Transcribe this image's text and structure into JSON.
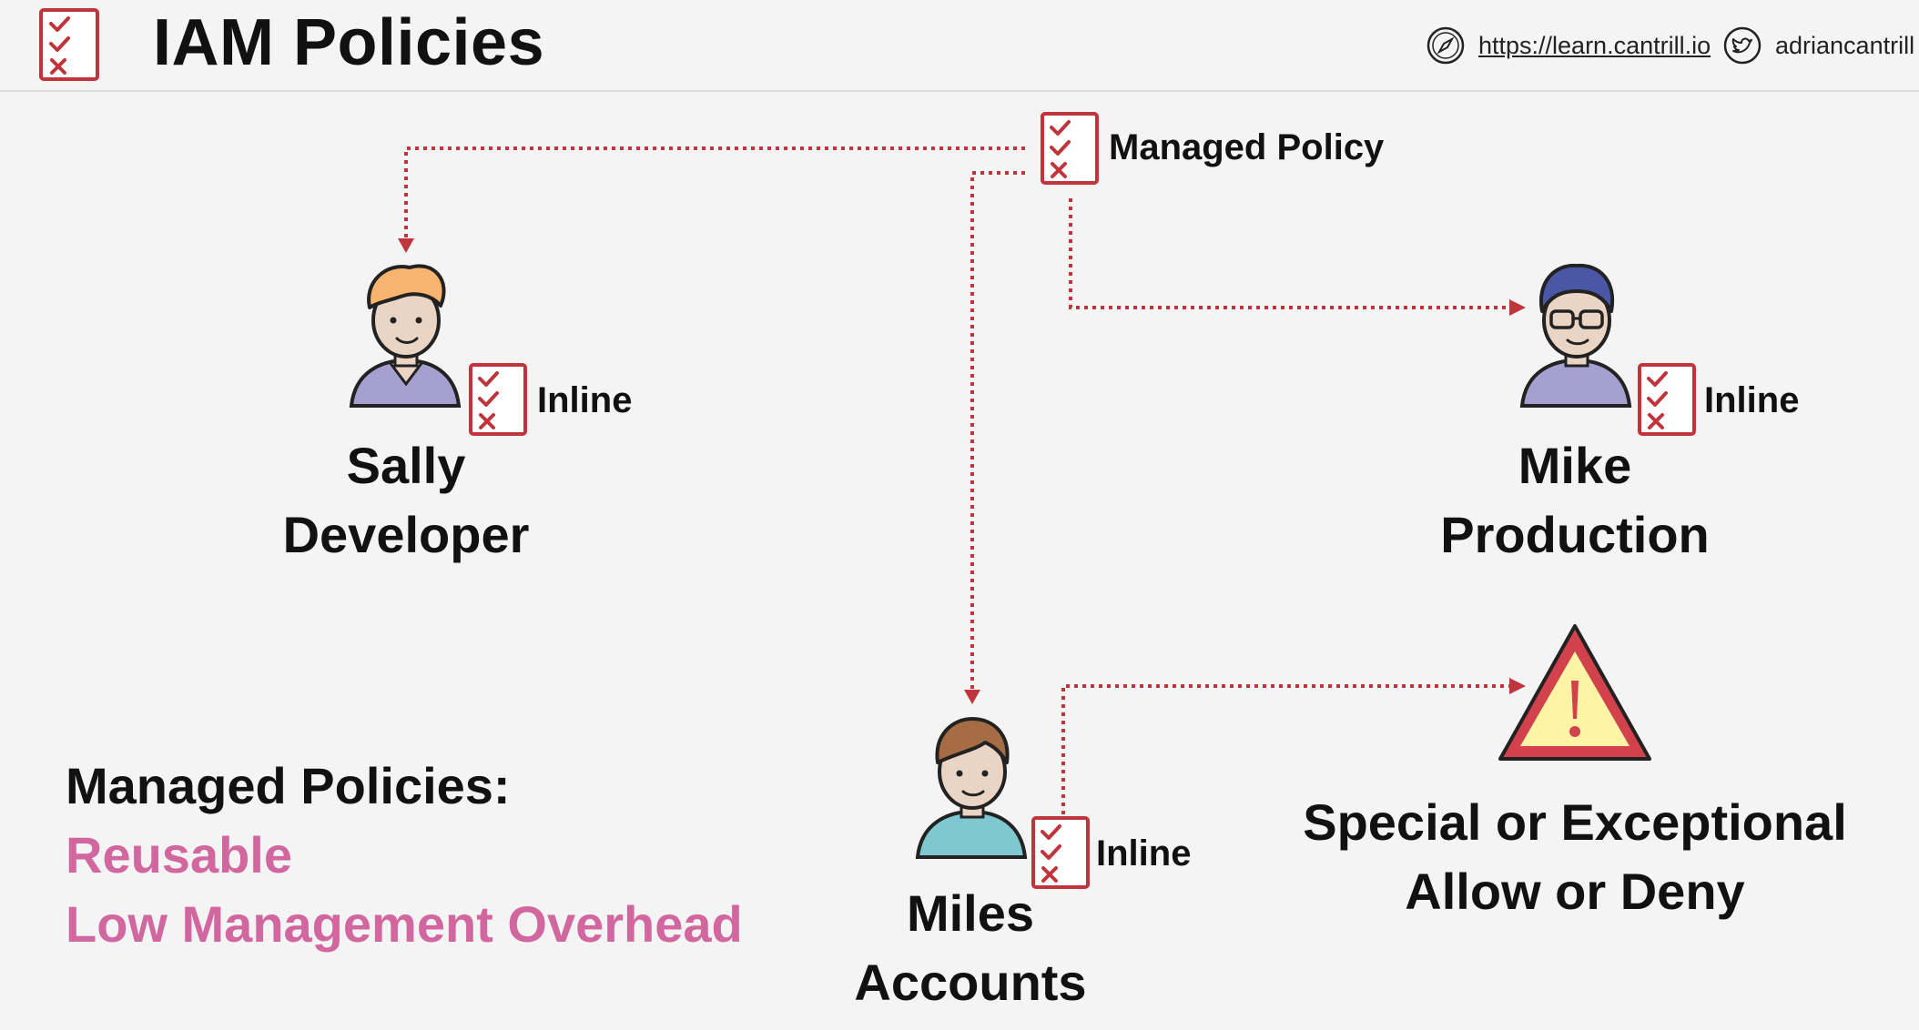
{
  "header": {
    "title": "IAM Policies",
    "website": "https://learn.cantrill.io",
    "twitter": "adriancantrill"
  },
  "managed_policy": {
    "label": "Managed Policy"
  },
  "users": [
    {
      "first": "Sally",
      "role": "Developer",
      "policy_label": "Inline"
    },
    {
      "first": "Mike",
      "role": "Production",
      "policy_label": "Inline"
    },
    {
      "first": "Miles",
      "role": "Accounts",
      "policy_label": "Inline"
    }
  ],
  "warning": {
    "line1": "Special or Exceptional",
    "line2": "Allow or Deny"
  },
  "summary": {
    "heading": "Managed Policies:",
    "point1": "Reusable",
    "point2": "Low Management Overhead"
  },
  "colors": {
    "accent": "#c0353b",
    "pink": "#d2679f",
    "warning_fill": "#fff3a6",
    "warning_stroke": "#d1424d"
  }
}
